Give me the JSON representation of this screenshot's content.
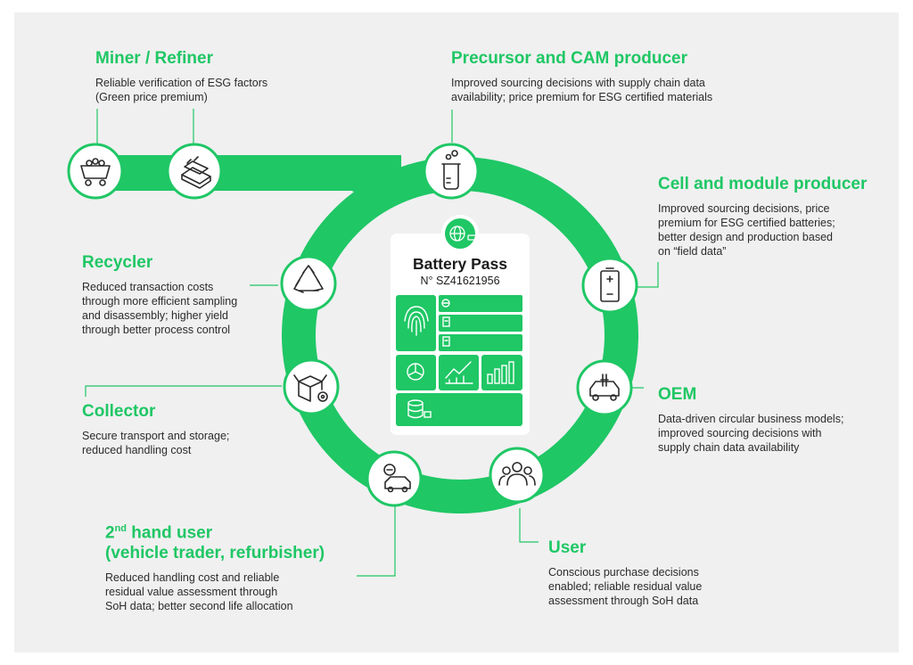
{
  "colors": {
    "brand": "#1fc765",
    "panel": "#f0f0f0",
    "text": "#2b2b2b"
  },
  "stages": {
    "miner": {
      "title": "Miner / Refiner",
      "desc": [
        "Reliable verification of ESG factors",
        "(Green price premium)"
      ],
      "icons": [
        "mine-cart-icon",
        "gold-bars-icon"
      ]
    },
    "precursor": {
      "title": "Precursor and CAM producer",
      "desc": [
        "Improved sourcing decisions with supply chain data",
        "availability; price premium for ESG certified materials"
      ],
      "icon": "beaker-icon"
    },
    "cell": {
      "title": "Cell and module producer",
      "desc": [
        "Improved sourcing decisions, price",
        "premium for ESG certified batteries;",
        "better design and production based",
        "on “field data”"
      ],
      "icon": "battery-icon"
    },
    "oem": {
      "title": "OEM",
      "desc": [
        "Data-driven circular business models;",
        "improved sourcing decisions with",
        "supply chain data availability"
      ],
      "icon": "electric-car-icon"
    },
    "user": {
      "title": "User",
      "desc": [
        "Conscious purchase decisions",
        "enabled; reliable residual value",
        "assessment through SoH data"
      ],
      "icon": "users-icon"
    },
    "second_hand": {
      "title_sup": "nd",
      "title_lines": [
        "2",
        " hand user",
        "(vehicle trader, refurbisher)"
      ],
      "desc": [
        "Reduced handling cost and reliable",
        "residual value assessment through",
        "SoH data; better second life allocation"
      ],
      "icon": "car-repair-icon"
    },
    "collector": {
      "title": "Collector",
      "desc": [
        "Secure transport and storage;",
        "reduced handling cost"
      ],
      "icon": "box-gear-icon"
    },
    "recycler": {
      "title": "Recycler",
      "desc": [
        "Reduced transaction costs",
        "through more efficient sampling",
        "and disassembly; higher yield",
        "through better process control"
      ],
      "icon": "recycle-icon"
    }
  },
  "battery_pass": {
    "title": "Battery Pass",
    "number": "N° SZ41621956",
    "badge_icon": "globe-battery-icon"
  }
}
